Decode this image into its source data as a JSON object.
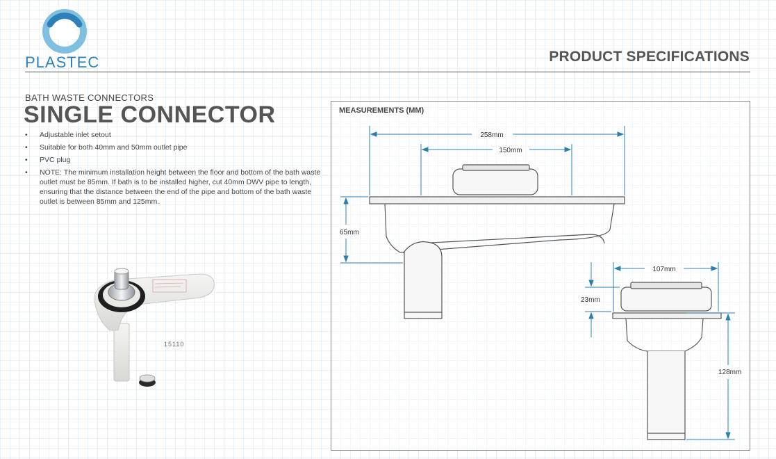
{
  "brand": {
    "name": "PLASTEC",
    "accent_color": "#2f80b8",
    "logo_icon": "ring-logo-icon"
  },
  "header": {
    "title": "PRODUCT SPECIFICATIONS"
  },
  "product": {
    "category": "BATH WASTE CONNECTORS",
    "title": "SINGLE CONNECTOR",
    "features": [
      "Adjustable inlet setout",
      "Suitable for both 40mm and 50mm outlet pipe",
      "PVC plug",
      "NOTE: The minimum installation height between the floor and bottom of the bath waste outlet must be 85mm. If bath is to be installed higher, cut 40mm DWV pipe to length, ensuring that the distance between the end of the pipe and bottom of the bath waste outlet is between 85mm and 125mm."
    ],
    "part_number": "15110",
    "photo_icon": "product-photo"
  },
  "measurements": {
    "title": "MEASUREMENTS (MM)",
    "dimension_color": "#2d7fb0",
    "dims": {
      "overall_length": "258mm",
      "inlet_setout": "150mm",
      "height": "65mm",
      "outlet_diameter": "107mm",
      "flange_height": "23mm",
      "total_height": "128mm"
    }
  }
}
